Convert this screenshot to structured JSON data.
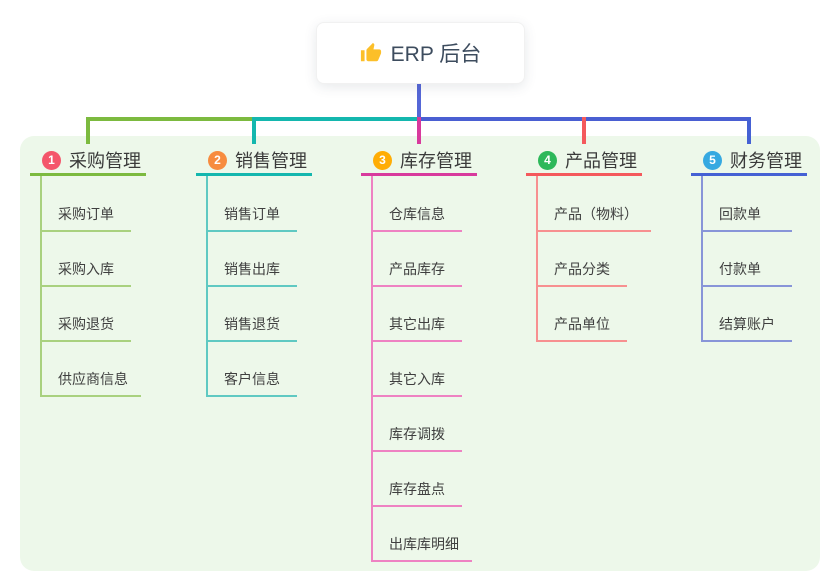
{
  "root": {
    "label": "ERP 后台",
    "icon": "thumbs-up"
  },
  "panel_color": "#EDF8EA",
  "connector": {
    "root_line_color": "#5567D7",
    "right_bus_color": "#4A5FD2"
  },
  "branches": [
    {
      "badge": "1",
      "label": "采购管理",
      "badge_color": "#F4566B",
      "line_color": "#7CBA3F",
      "child_line_color": "#A9D17F",
      "children": [
        "采购订单",
        "采购入库",
        "采购退货",
        "供应商信息"
      ]
    },
    {
      "badge": "2",
      "label": "销售管理",
      "badge_color": "#F78C3F",
      "line_color": "#14B7AE",
      "child_line_color": "#5FC9C2",
      "children": [
        "销售订单",
        "销售出库",
        "销售退货",
        "客户信息"
      ]
    },
    {
      "badge": "3",
      "label": "库存管理",
      "badge_color": "#FFAD05",
      "line_color": "#D83A9D",
      "child_line_color": "#EE82C2",
      "children": [
        "仓库信息",
        "产品库存",
        "其它出库",
        "其它入库",
        "库存调拨",
        "库存盘点",
        "出库库明细"
      ]
    },
    {
      "badge": "4",
      "label": "产品管理",
      "badge_color": "#2DB85A",
      "line_color": "#F4595C",
      "child_line_color": "#F79090",
      "children": [
        "产品（物料）",
        "产品分类",
        "产品单位"
      ]
    },
    {
      "badge": "5",
      "label": "财务管理",
      "badge_color": "#36A9E1",
      "line_color": "#4561D4",
      "child_line_color": "#8895D8",
      "children": [
        "回款单",
        "付款单",
        "结算账户"
      ]
    }
  ]
}
